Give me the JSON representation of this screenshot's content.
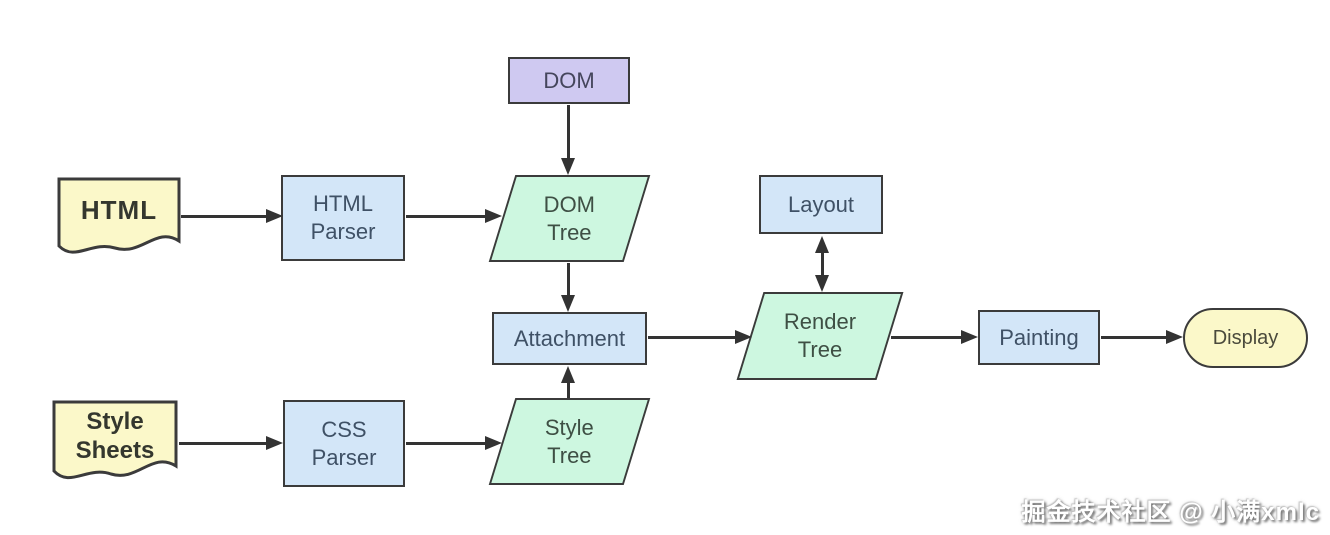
{
  "palette": {
    "background": "#ffffff",
    "document_fill": "#fbf8c9",
    "process_fill": "#d3e6f8",
    "dom_fill": "#cfc9f1",
    "tree_fill": "#cdf7e0",
    "display_fill": "#fbf8c9",
    "stroke": "#3b3b3b",
    "arrow": "#333333",
    "text_on_yellow": "#34372e",
    "text_on_blue": "#3f5166",
    "text_on_green": "#3e4f44",
    "text_on_purple": "#45465c",
    "watermark_color": "#ffffff"
  },
  "nodes": {
    "html": {
      "label": "HTML",
      "shape": "document"
    },
    "html_parser": {
      "line1": "HTML",
      "line2": "Parser",
      "shape": "process"
    },
    "dom": {
      "label": "DOM",
      "shape": "process"
    },
    "dom_tree": {
      "line1": "DOM",
      "line2": "Tree",
      "shape": "data-parallelogram"
    },
    "attachment": {
      "label": "Attachment",
      "shape": "process"
    },
    "style_sheets": {
      "line1": "Style",
      "line2": "Sheets",
      "shape": "document"
    },
    "css_parser": {
      "line1": "CSS",
      "line2": "Parser",
      "shape": "process"
    },
    "style_tree": {
      "line1": "Style",
      "line2": "Tree",
      "shape": "data-parallelogram"
    },
    "layout": {
      "label": "Layout",
      "shape": "process"
    },
    "render_tree": {
      "line1": "Render",
      "line2": "Tree",
      "shape": "data-parallelogram"
    },
    "painting": {
      "label": "Painting",
      "shape": "process"
    },
    "display": {
      "label": "Display",
      "shape": "terminator"
    }
  },
  "edges": [
    {
      "from": "html",
      "to": "html_parser",
      "direction": "right"
    },
    {
      "from": "html_parser",
      "to": "dom_tree",
      "direction": "right"
    },
    {
      "from": "dom",
      "to": "dom_tree",
      "direction": "down"
    },
    {
      "from": "dom_tree",
      "to": "attachment",
      "direction": "down"
    },
    {
      "from": "style_sheets",
      "to": "css_parser",
      "direction": "right"
    },
    {
      "from": "css_parser",
      "to": "style_tree",
      "direction": "right"
    },
    {
      "from": "style_tree",
      "to": "attachment",
      "direction": "up"
    },
    {
      "from": "attachment",
      "to": "render_tree",
      "direction": "right"
    },
    {
      "from": "layout",
      "to": "render_tree",
      "direction": "bidirectional"
    },
    {
      "from": "render_tree",
      "to": "painting",
      "direction": "right"
    },
    {
      "from": "painting",
      "to": "display",
      "direction": "right"
    }
  ],
  "watermark": {
    "text": "掘金技术社区 @ 小满xmlc"
  }
}
